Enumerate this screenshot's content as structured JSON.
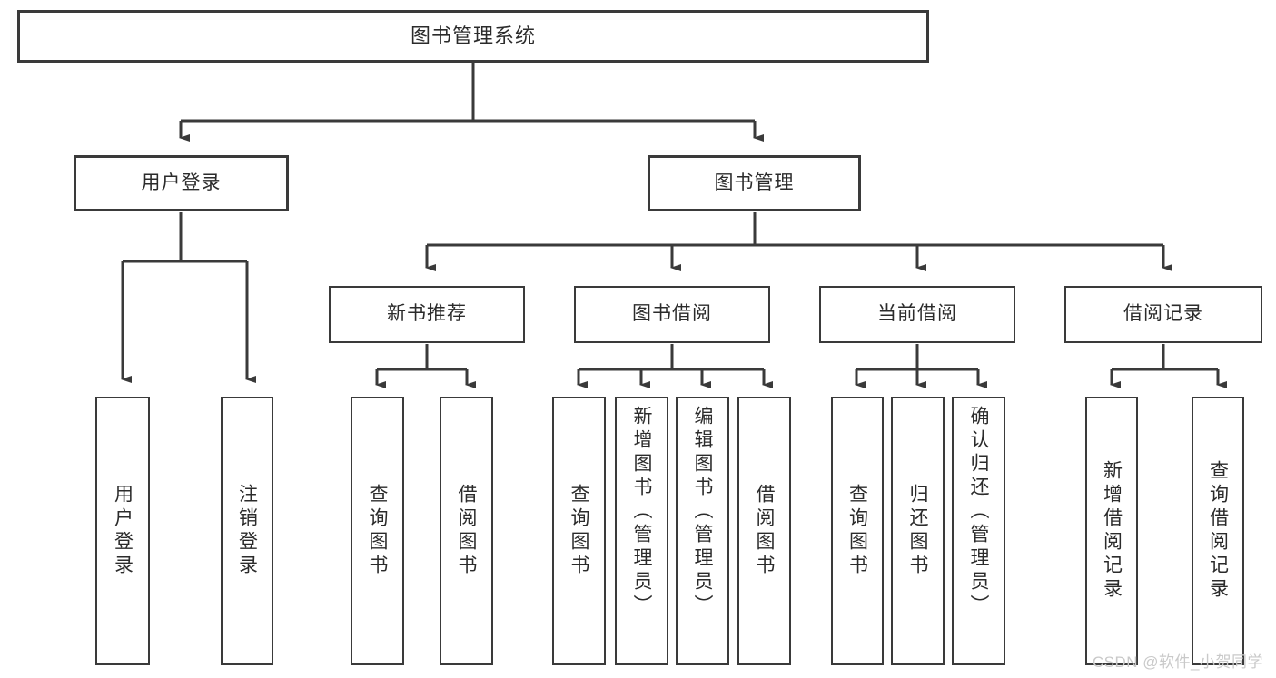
{
  "diagram": {
    "title": "图书管理系统",
    "type": "功能结构图",
    "colors": {
      "background": "#ffffff",
      "box_border": "#3a3a3a",
      "text": "#2b2b2b",
      "connector": "#3a3a3a",
      "watermark": "#c9c9c9"
    }
  },
  "nodes": {
    "root": {
      "label": "图书管理系统"
    },
    "level2": [
      {
        "label": "用户登录"
      },
      {
        "label": "图书管理"
      }
    ],
    "level3": [
      {
        "label": "新书推荐"
      },
      {
        "label": "图书借阅"
      },
      {
        "label": "当前借阅"
      },
      {
        "label": "借阅记录"
      }
    ],
    "leaves": {
      "user_login": [
        {
          "label": "用户登录"
        },
        {
          "label": "注销登录"
        }
      ],
      "new_book_recommend": [
        {
          "label": "查询图书"
        },
        {
          "label": "借阅图书"
        }
      ],
      "book_borrow": [
        {
          "label": "查询图书"
        },
        {
          "label": "新增图书（管理员）"
        },
        {
          "label": "编辑图书（管理员）"
        },
        {
          "label": "借阅图书"
        }
      ],
      "current_borrow": [
        {
          "label": "查询图书"
        },
        {
          "label": "归还图书"
        },
        {
          "label": "确认归还（管理员）"
        }
      ],
      "borrow_records": [
        {
          "label": "新增借阅记录"
        },
        {
          "label": "查询借阅记录"
        }
      ]
    }
  },
  "watermark": {
    "text": "CSDN @软件_小贺同学"
  }
}
